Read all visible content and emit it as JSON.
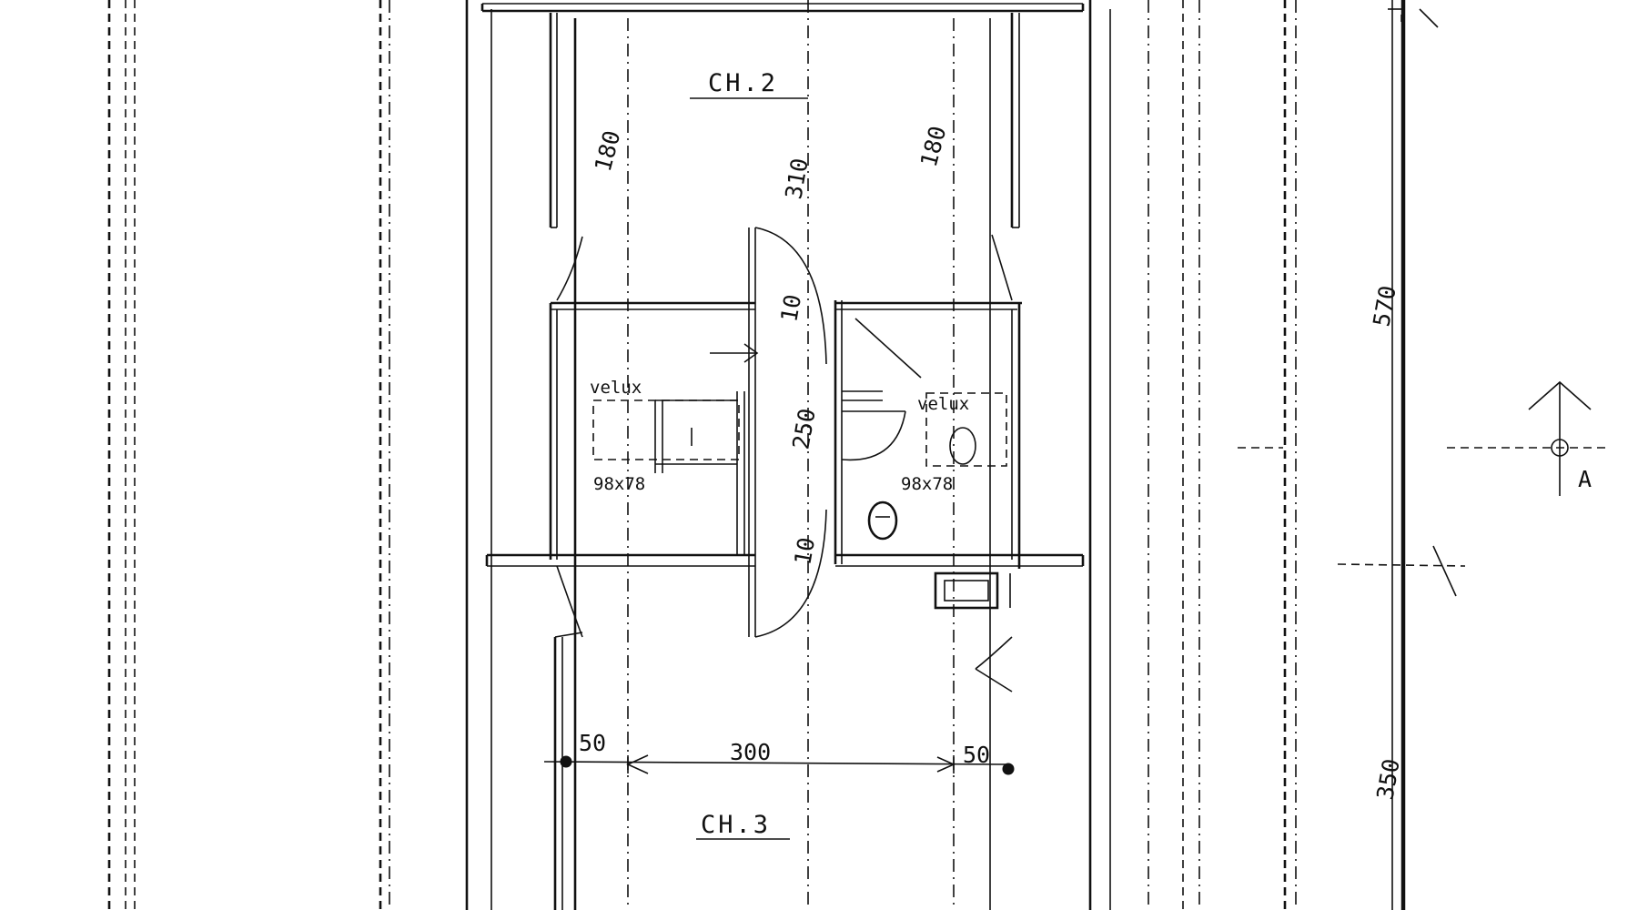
{
  "rooms": {
    "ch2": "CH.2",
    "ch3": "CH.3"
  },
  "skylights": {
    "left_label": "velux",
    "left_size": "98x78",
    "right_label": "velux",
    "right_size": "98x78"
  },
  "dimensions": {
    "left_180": "180",
    "right_180": "180",
    "center_310": "310",
    "center_10": "10",
    "center_250": "250",
    "center_10b": "10",
    "bottom_50_left": "50",
    "bottom_300": "300",
    "bottom_50_right": "50",
    "right_570": "570",
    "right_350": "350"
  },
  "section_marker": "A"
}
